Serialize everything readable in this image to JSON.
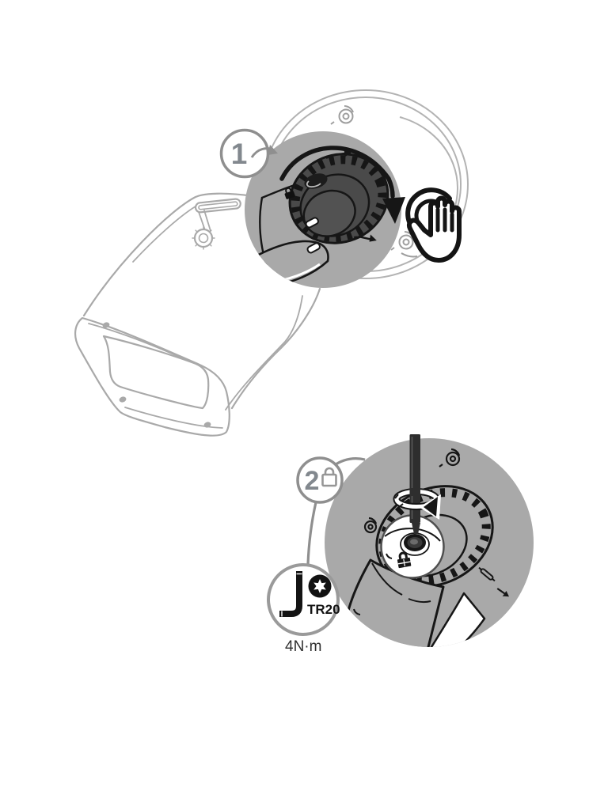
{
  "illustration": {
    "kind": "camera-installation-instruction",
    "background_color": "#ffffff",
    "highlight_circle_color": "#a9a9a9",
    "camera_line_color": "#a9a9a9",
    "ink_color": "#161616",
    "badge_ring_color": "#8f8f8f",
    "step_number_color": "#82888e",
    "steps": [
      {
        "number": "1",
        "icons": [
          "step-badge",
          "rotate-clockwise-arrow-icon",
          "rotation-arrow",
          "hand-tighten-icon"
        ]
      },
      {
        "number": "2",
        "icons": [
          "step-badge",
          "padlock-icon",
          "torx-driver",
          "counterclockwise-arrow-icon",
          "torx-key-icon",
          "torx-bit-icon",
          "lock-marking-icon"
        ],
        "tool_label": "TR20",
        "torque_label": "4N·m"
      }
    ]
  }
}
